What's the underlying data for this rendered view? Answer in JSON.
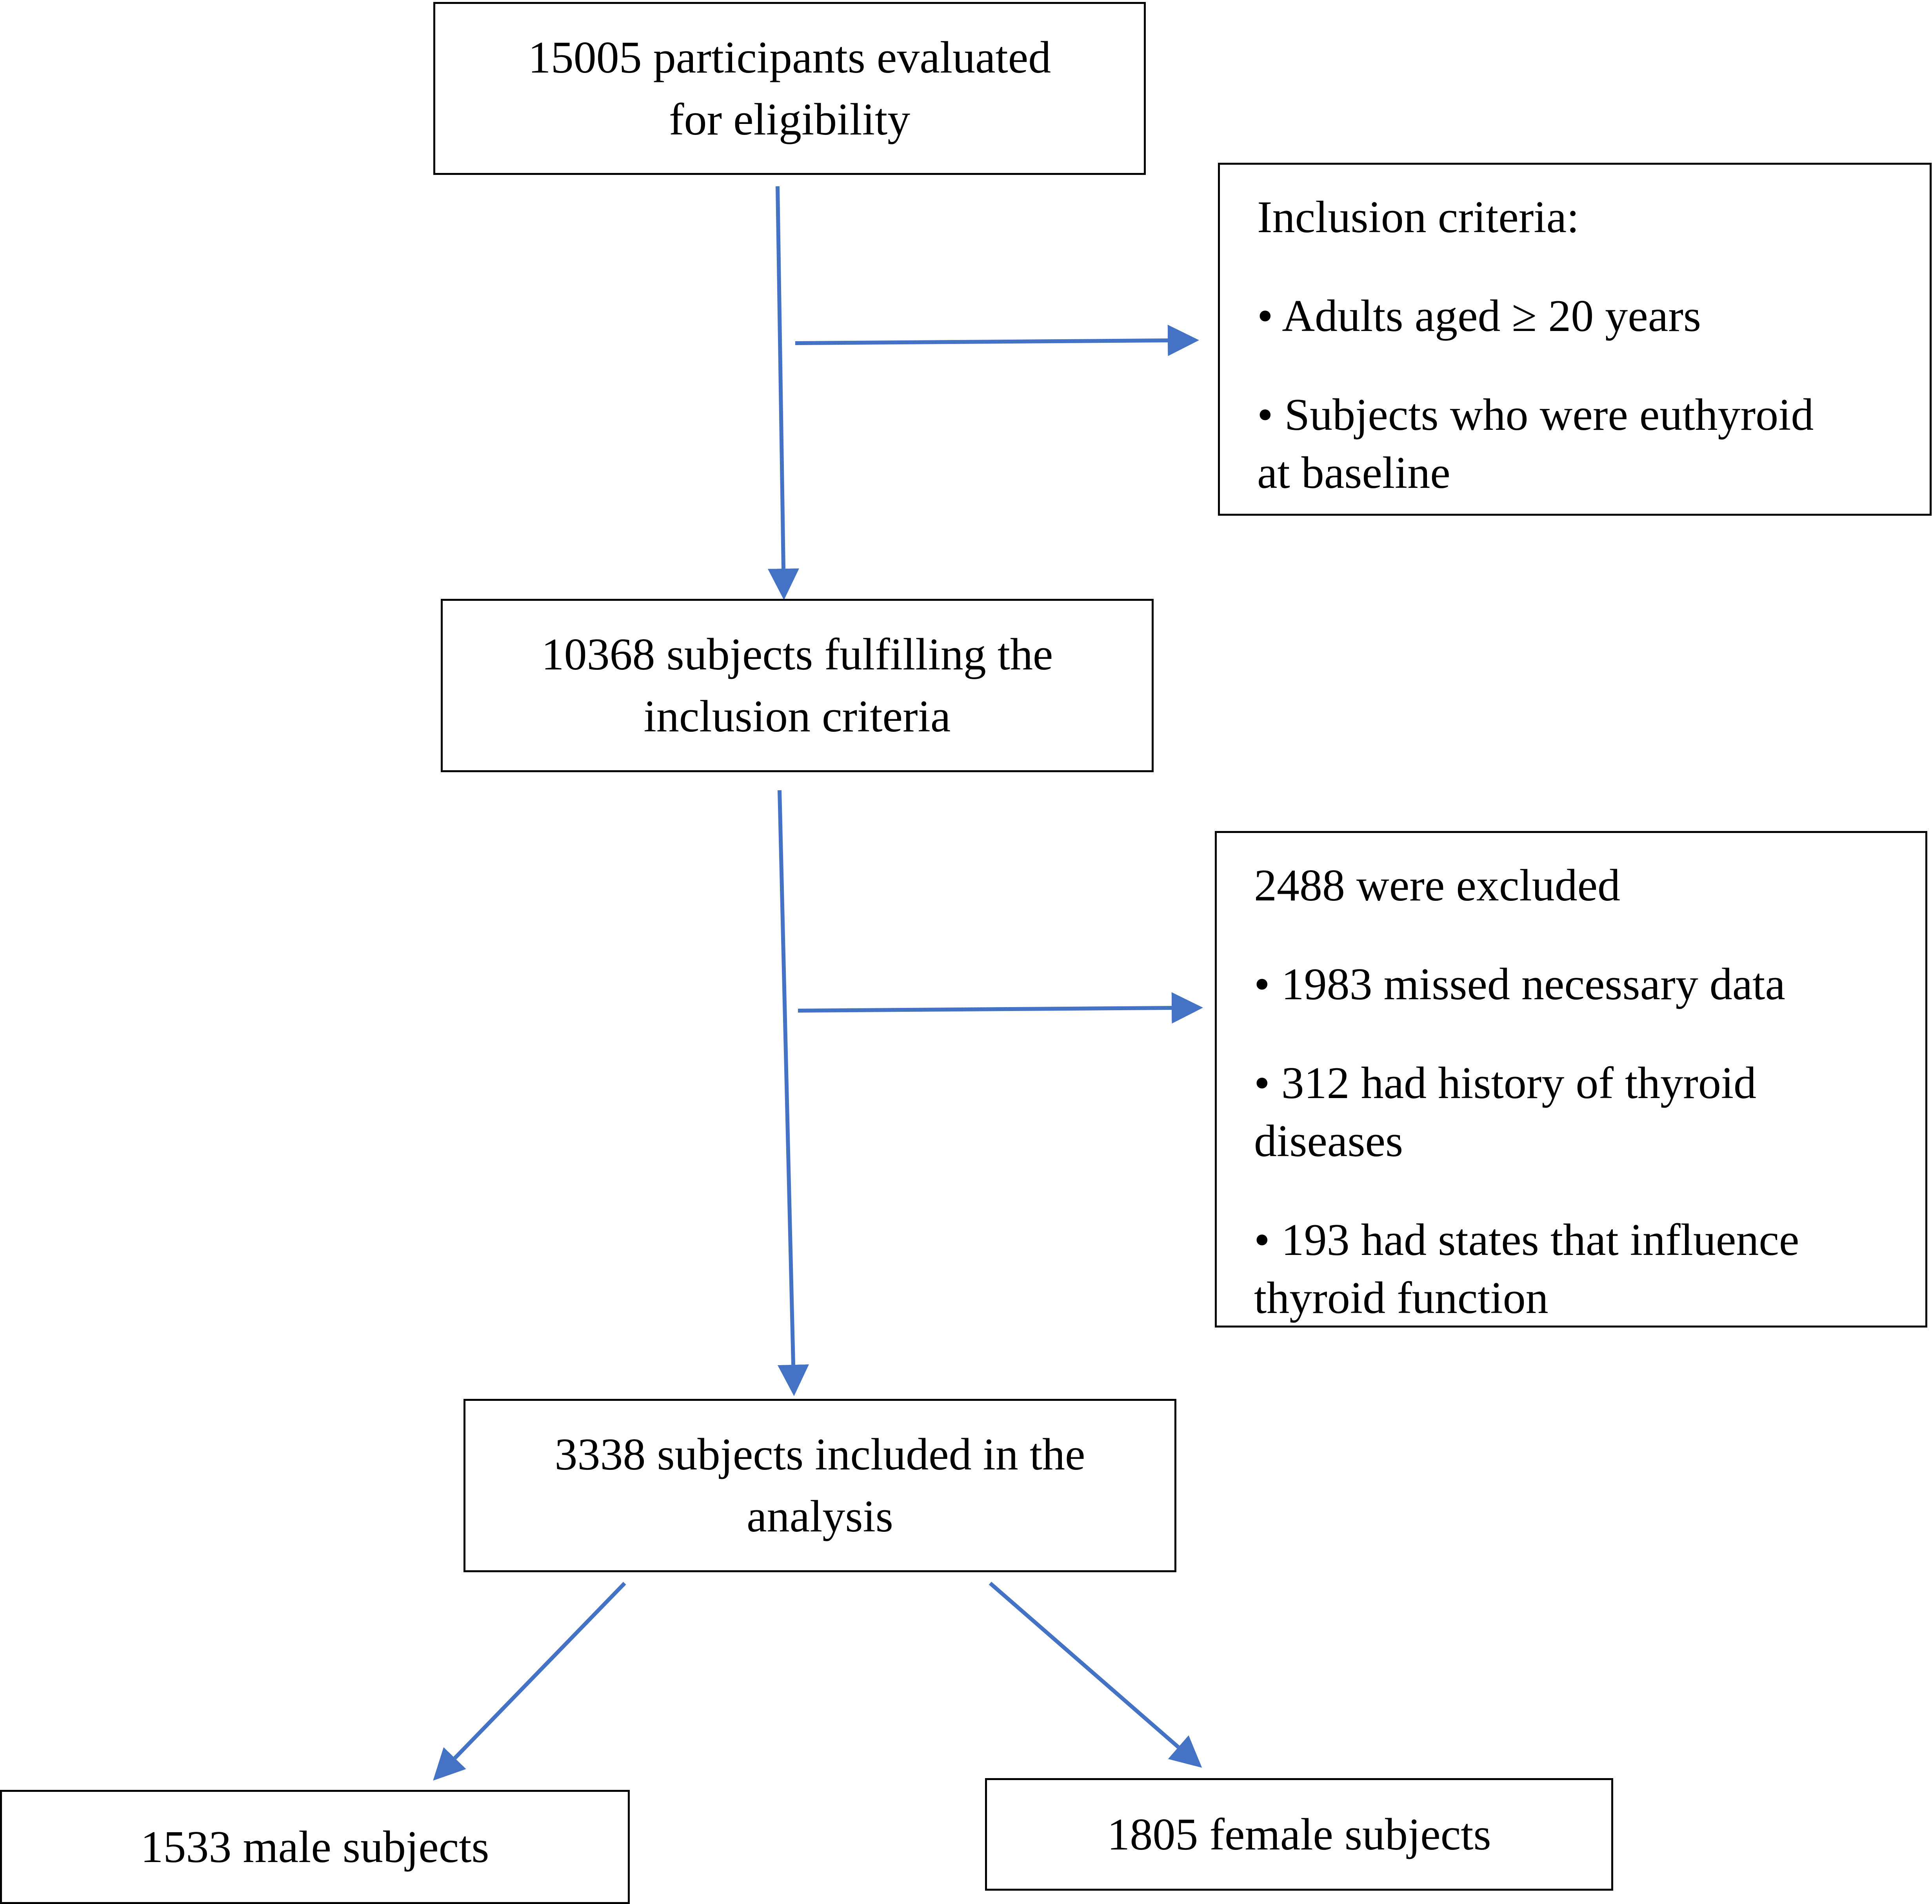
{
  "flowchart": {
    "evaluated": {
      "line1": "15005 participants evaluated",
      "line2": "for eligibility"
    },
    "inclusion_criteria": {
      "heading": "Inclusion criteria:",
      "item1": "• Adults aged ≥ 20 years",
      "item2_line1": "• Subjects who were euthyroid",
      "item2_line2": "at baseline"
    },
    "fulfilling": {
      "line1": "10368 subjects fulfilling the",
      "line2": "inclusion criteria"
    },
    "excluded": {
      "heading": "2488 were excluded",
      "item1": "• 1983 missed necessary data",
      "item2_line1": "• 312 had history of thyroid",
      "item2_line2": "diseases",
      "item3_line1": "• 193 had states that influence",
      "item3_line2": "thyroid function"
    },
    "analysis": {
      "line1": "3338 subjects included in the",
      "line2": "analysis"
    },
    "male": {
      "label": "1533 male subjects"
    },
    "female": {
      "label": "1805 female subjects"
    }
  },
  "colors": {
    "arrow": "#4472C4",
    "box_border": "#000000",
    "text": "#000000"
  }
}
